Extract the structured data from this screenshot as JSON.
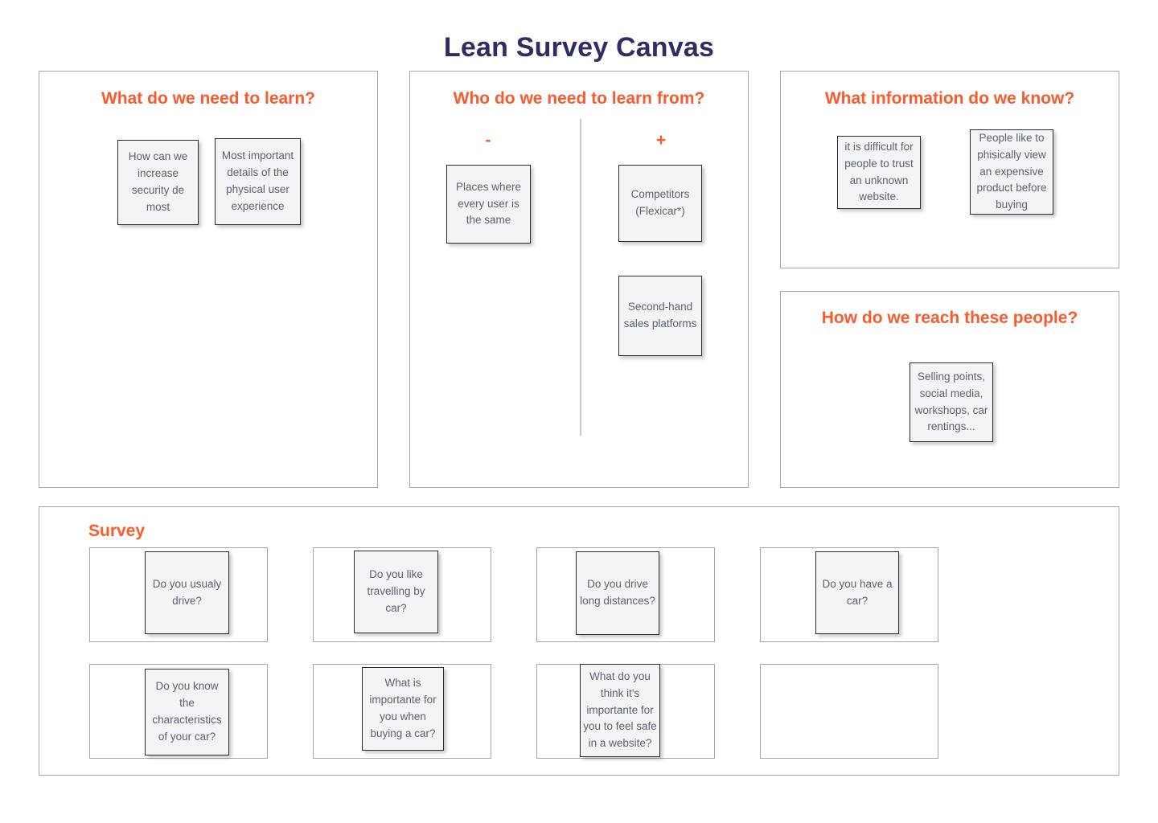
{
  "title": "Lean Survey Canvas",
  "colors": {
    "title": "#2e2d64",
    "accent": "#f95b2e",
    "note_bg": "#f4f4f4",
    "note_border": "#2b2b2b",
    "note_text": "#5d6172",
    "panel_border": "#a7a7a7"
  },
  "panels": {
    "learn": {
      "heading": "What do we need to learn?",
      "notes": [
        {
          "text": "How can we\nincrease\nsecurity de\nmost"
        },
        {
          "text": "Most important\ndetails of the\nphysical user\nexperience"
        }
      ]
    },
    "learn_from": {
      "heading": "Who do we need to learn from?",
      "negative_label": "-",
      "positive_label": "+",
      "negative_notes": [
        {
          "text": "Places where\nevery user is\nthe same"
        }
      ],
      "positive_notes": [
        {
          "text": "Competitors\n(Flexicar*)"
        },
        {
          "text": "Second-hand\nsales platforms"
        }
      ]
    },
    "information": {
      "heading": "What information do we know?",
      "notes": [
        {
          "text": "it is difficult for\npeople to trust\nan unknown\nwebsite."
        },
        {
          "text": "People like to\nphisically view\nan expensive\nproduct before\nbuying"
        }
      ]
    },
    "reach": {
      "heading": "How do we reach these people?",
      "notes": [
        {
          "text": "Selling points,\nsocial media,\nworkshops, car\nrentings..."
        }
      ]
    },
    "survey": {
      "heading": "Survey",
      "cells": [
        {
          "text": "Do you usualy\ndrive?"
        },
        {
          "text": "Do you like\ntravelling by\ncar?"
        },
        {
          "text": "Do you drive\nlong distances?"
        },
        {
          "text": "Do you have a\ncar?"
        },
        {
          "text": "Do you know\nthe\ncharacteristics\nof your car?"
        },
        {
          "text": "What is\nimportante for\nyou when\nbuying a car?"
        },
        {
          "text": "What do you\nthink it's\nimportante for\nyou to feel safe\nin a website?"
        },
        {
          "text": ""
        }
      ]
    }
  }
}
